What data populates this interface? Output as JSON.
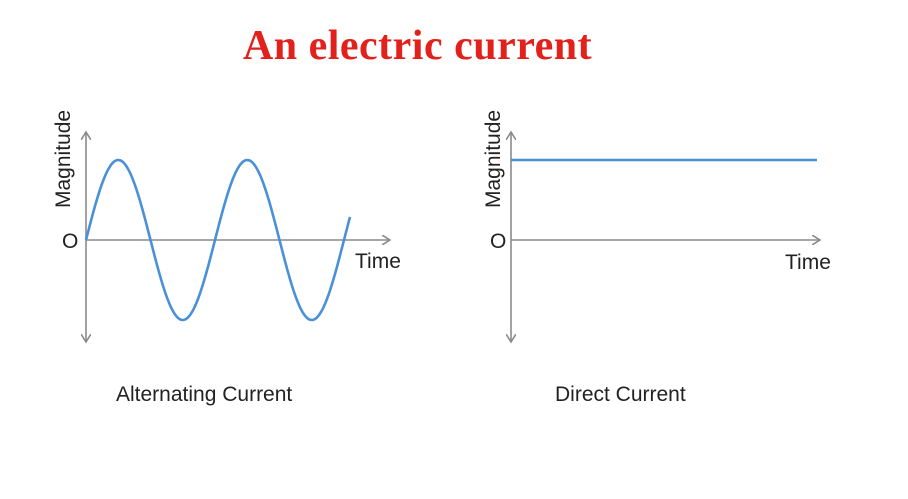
{
  "title": {
    "text": "An electric current",
    "color": "#e3211c"
  },
  "colors": {
    "wave": "#4a90d9",
    "axis": "#8a8a8a",
    "text": "#222222"
  },
  "left_panel": {
    "ylabel": "Magnitude",
    "origin": "O",
    "xlabel": "Time",
    "caption": "Alternating Current",
    "wave_type": "sine"
  },
  "right_panel": {
    "ylabel": "Magnitude",
    "origin": "O",
    "xlabel": "Time",
    "caption": "Direct Current",
    "wave_type": "constant"
  }
}
